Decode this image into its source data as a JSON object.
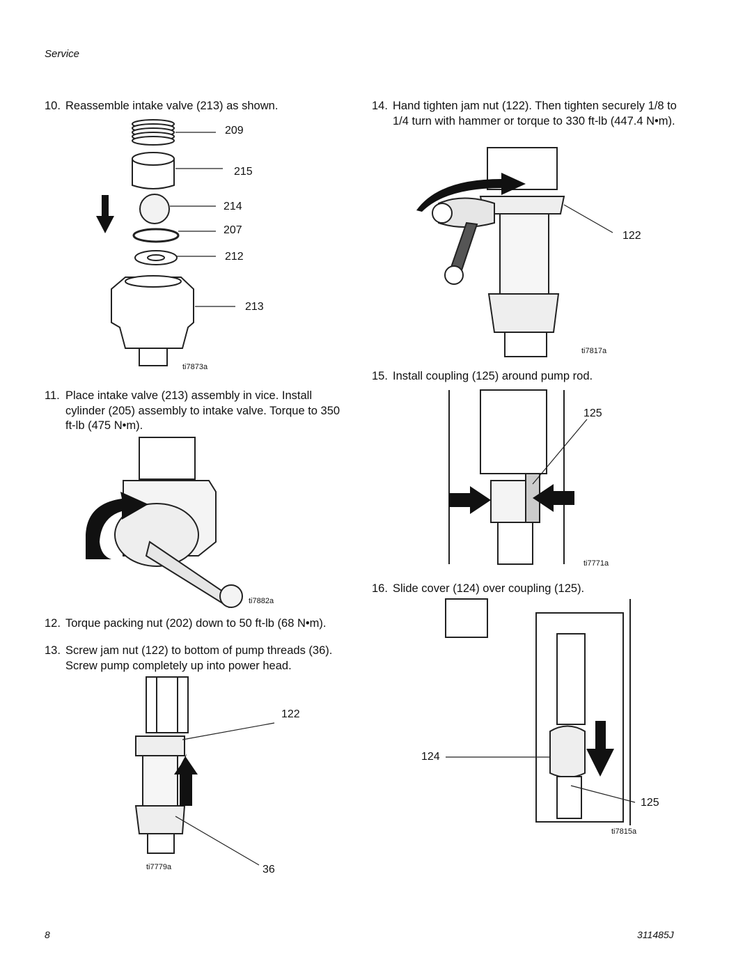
{
  "header": {
    "section": "Service"
  },
  "steps": {
    "s10": {
      "num": "10.",
      "text": "Reassemble intake valve (213) as shown."
    },
    "s11": {
      "num": "11.",
      "text": "Place intake valve (213) assembly in vice. Install cylinder (205) assembly to intake valve. Torque to 350 ft-lb (475 N•m)."
    },
    "s12": {
      "num": "12.",
      "text": "Torque packing nut (202) down to 50 ft-lb (68 N•m)."
    },
    "s13": {
      "num": "13.",
      "text": "Screw jam nut (122) to bottom of pump threads (36). Screw pump completely up into power head."
    },
    "s14": {
      "num": "14.",
      "text": "Hand tighten jam nut (122). Then tighten securely 1/8 to 1/4 turn with hammer or torque to 330 ft-lb (447.4 N•m)."
    },
    "s15": {
      "num": "15.",
      "text": "Install coupling (125) around pump rod."
    },
    "s16": {
      "num": "16.",
      "text": "Slide cover (124) over coupling (125)."
    }
  },
  "figures": {
    "f1": {
      "id": "ti7873a",
      "callouts": [
        "209",
        "215",
        "214",
        "207",
        "212",
        "213"
      ]
    },
    "f2": {
      "id": "ti7882a"
    },
    "f3": {
      "id": "ti7779a",
      "callouts": [
        "122",
        "36"
      ]
    },
    "f4": {
      "id": "ti7817a",
      "callouts": [
        "122"
      ]
    },
    "f5": {
      "id": "ti7771a",
      "callouts": [
        "125"
      ]
    },
    "f6": {
      "id": "ti7815a",
      "callouts": [
        "124",
        "125"
      ]
    }
  },
  "footer": {
    "page": "8",
    "doc": "311485J"
  }
}
